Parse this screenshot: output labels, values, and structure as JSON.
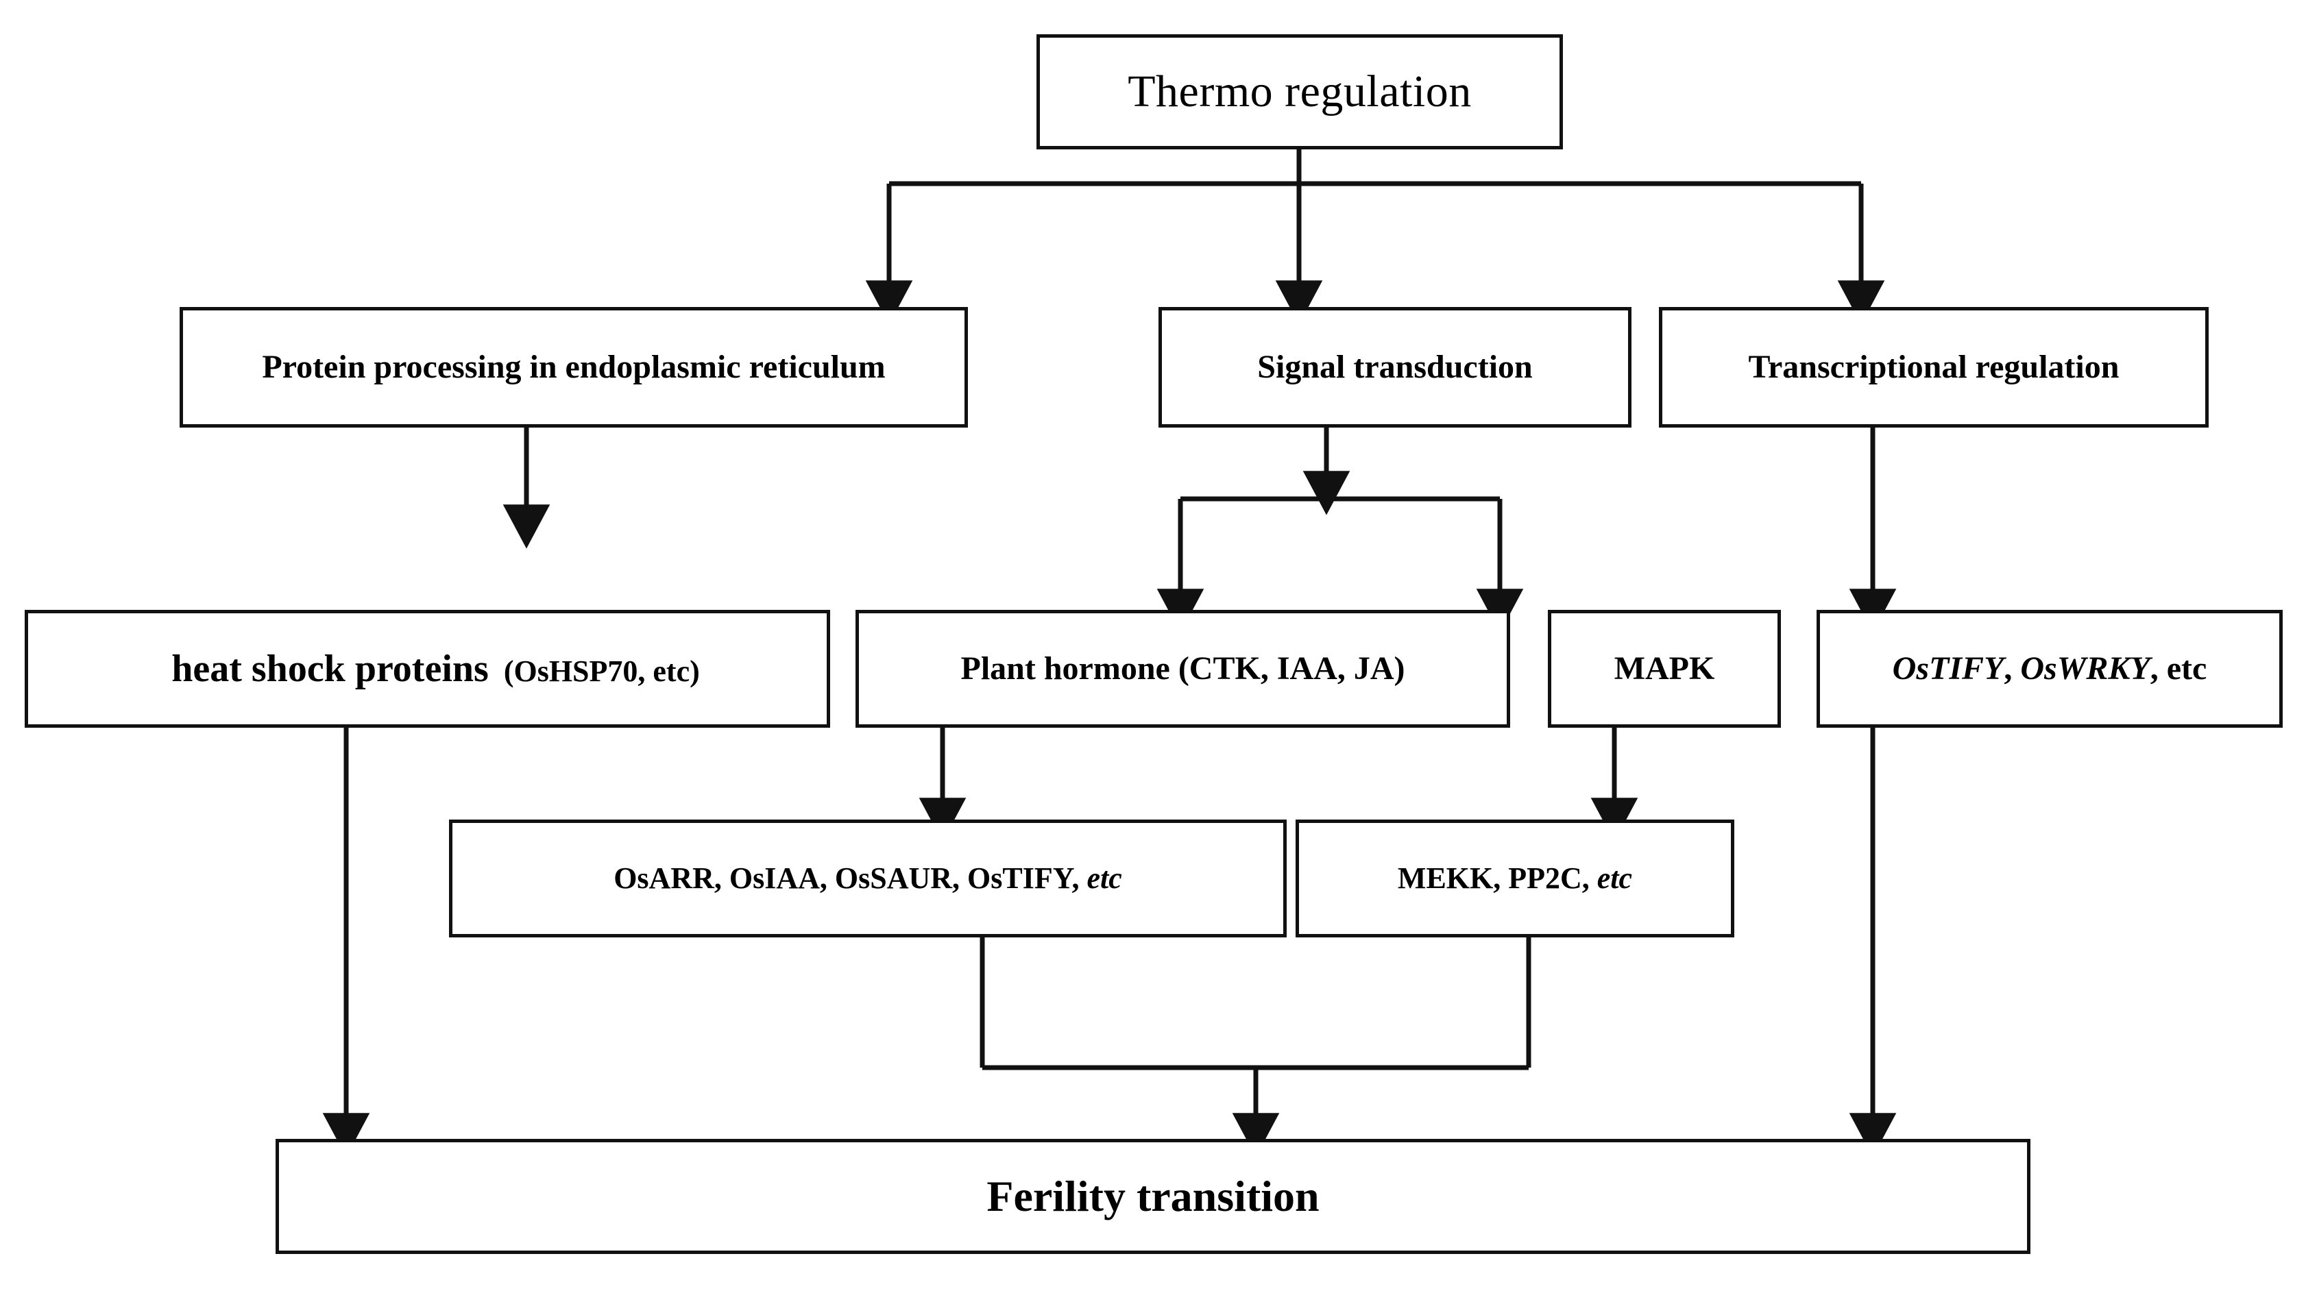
{
  "diagram": {
    "type": "flowchart",
    "orientation": "top-down",
    "background_color": "#ffffff",
    "line_color": "#111111",
    "text_color": "#000000",
    "title": "Thermo regulation"
  },
  "nodes": {
    "thermo_regulation": {
      "label": "Thermo regulation"
    },
    "protein_processing": {
      "label": "Protein processing in endoplasmic reticulum"
    },
    "signal_transduction": {
      "label": "Signal transduction"
    },
    "transcriptional_regulation": {
      "label": "Transcriptional regulation"
    },
    "heat_shock_proteins": {
      "label": "heat shock proteins  (OsHSP70, etc)",
      "main": "heat shock proteins",
      "detail": "(OsHSP70, etc)"
    },
    "plant_hormone": {
      "label": "Plant hormone (CTK, IAA, JA)"
    },
    "mapk": {
      "label": "MAPK"
    },
    "tf_genes": {
      "label": "OsTIFY, OsWRKY, etc",
      "gene_1": "OsTIFY",
      "sep_1": ", ",
      "gene_2": "OsWRKY",
      "tail": ", etc"
    },
    "hormone_genes": {
      "label": "OsARR, OsIAA, OsSAUR, OsTIFY, etc",
      "genes": "OsARR, OsIAA, OsSAUR, OsTIFY, ",
      "etc": "etc"
    },
    "mapk_genes": {
      "label": "MEKK, PP2C, etc",
      "genes": "MEKK, PP2C, ",
      "etc": "etc"
    },
    "ferility_transition": {
      "label": "Ferility transition"
    }
  },
  "edges": [
    {
      "from": "thermo_regulation",
      "to": "protein_processing",
      "style": "elbow-arrow"
    },
    {
      "from": "thermo_regulation",
      "to": "signal_transduction",
      "style": "straight-arrow"
    },
    {
      "from": "thermo_regulation",
      "to": "transcriptional_regulation",
      "style": "elbow-arrow"
    },
    {
      "from": "protein_processing",
      "to": "heat_shock_proteins",
      "style": "straight-arrow"
    },
    {
      "from": "signal_transduction",
      "to": "plant_hormone",
      "style": "elbow-arrow"
    },
    {
      "from": "signal_transduction",
      "to": "mapk",
      "style": "elbow-arrow"
    },
    {
      "from": "transcriptional_regulation",
      "to": "tf_genes",
      "style": "straight-arrow"
    },
    {
      "from": "plant_hormone",
      "to": "hormone_genes",
      "style": "straight-arrow"
    },
    {
      "from": "mapk",
      "to": "mapk_genes",
      "style": "straight-arrow"
    },
    {
      "from": "heat_shock_proteins",
      "to": "ferility_transition",
      "style": "straight-arrow"
    },
    {
      "from": "hormone_genes",
      "to": "ferility_transition",
      "style": "merge-arrow"
    },
    {
      "from": "mapk_genes",
      "to": "ferility_transition",
      "style": "merge-arrow"
    },
    {
      "from": "tf_genes",
      "to": "ferility_transition",
      "style": "straight-arrow"
    }
  ]
}
